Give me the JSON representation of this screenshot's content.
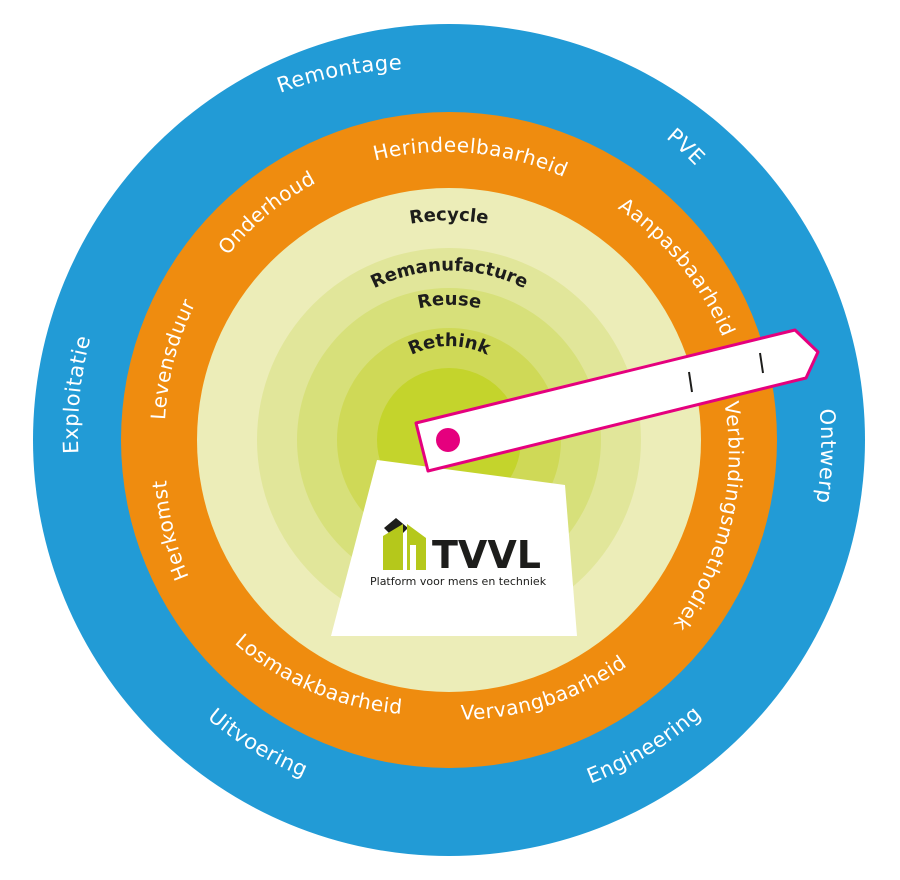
{
  "colors": {
    "outer_ring": "#229bd6",
    "middle_ring": "#ef8c0f",
    "inner_ring_1": "#ecedb8",
    "inner_ring_2": "#e1e69a",
    "inner_ring_3": "#d7e07a",
    "inner_ring_4": "#cfd957",
    "core": "#c4d42c",
    "pointer_border": "#e5007e",
    "logo_green": "#b5c81b",
    "logo_dark": "#1d1d1b"
  },
  "outer_ring": {
    "labels": [
      "Remontage",
      "PVE",
      "Ontwerp",
      "Engineering",
      "Uitvoering",
      "Exploitatie"
    ]
  },
  "middle_ring": {
    "labels": [
      "Herindeelbaarheid",
      "Aanpasbaarheid",
      "Verbindingsmethodiek",
      "Vervangbaarheid",
      "Losmaakbaarheid",
      "Herkomst",
      "Levensduur",
      "Onderhoud"
    ]
  },
  "inner_rings": {
    "labels": [
      "Recycle",
      "Remanufacture",
      "Reuse",
      "Rethink"
    ]
  },
  "logo": {
    "name": "TVVL",
    "tagline": "Platform voor mens en techniek"
  },
  "pointer": {
    "icons": [
      "pivot-dot",
      "tick-mark",
      "tick-mark"
    ]
  }
}
